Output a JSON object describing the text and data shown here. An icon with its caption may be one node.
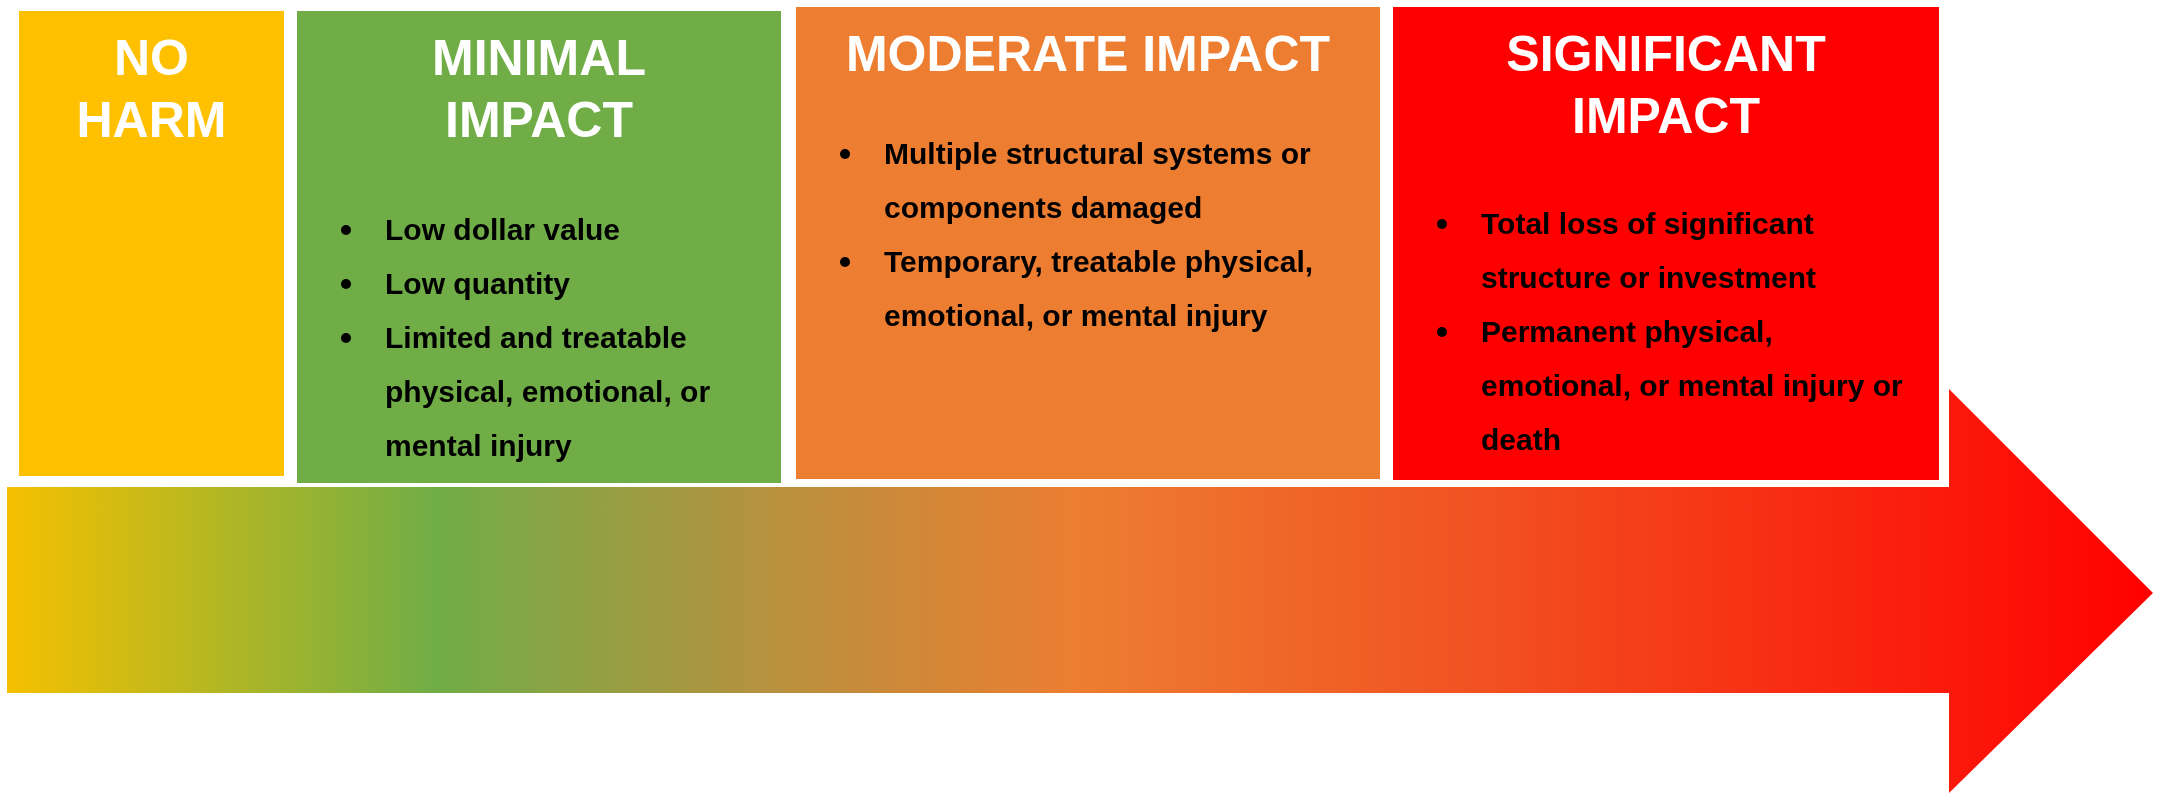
{
  "diagram": {
    "nodes": [
      {
        "text": [
          "NO HARM"
        ]
      },
      {
        "text": [
          "MINIMAL IMPACT",
          "Low dollar value",
          "Low quantity",
          "Limited and treatable physical, emotional, or mental injury"
        ]
      },
      {
        "text": [
          "MODERATE IMPACT",
          "Multiple structural systems or components damaged",
          "Temporary, treatable physical, emotional, or mental injury"
        ]
      },
      {
        "text": [
          "SIGNIFICANT IMPACT",
          "Total loss of significant structure or investment",
          "Permanent physical, emotional, or mental injury or death"
        ]
      }
    ]
  }
}
